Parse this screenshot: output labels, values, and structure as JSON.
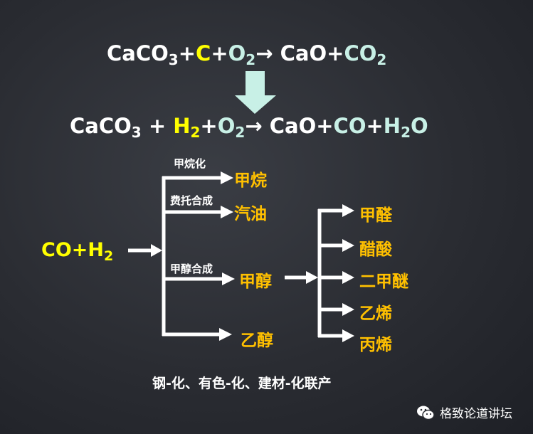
{
  "equation1": {
    "caco3": "CaCO",
    "sub3": "3",
    "plus1": "+",
    "c": "C",
    "plus2": "+",
    "o2": "O",
    "sub2a": "2",
    "arrow": "→",
    "cao": " CaO",
    "plus3": "+",
    "co2": "CO",
    "sub2b": "2"
  },
  "equation2": {
    "caco3": "CaCO",
    "sub3": "3",
    "plus1": " + ",
    "h2": "H",
    "sub2h": "2",
    "plus2": "+",
    "o2": "O",
    "sub2o": "2",
    "arrow": "→",
    "cao": " CaO",
    "plus3": "+",
    "co": "CO",
    "plus4": "+",
    "h2o_h": "H",
    "sub2w": "2",
    "h2o_o": "O"
  },
  "colors": {
    "highlight": "#ffff00",
    "teal": "#c8f0e6",
    "product": "#ffc000",
    "arrow": "#c8f0e6"
  },
  "syngas": {
    "co": "CO+H",
    "sub": "2"
  },
  "branch_labels": {
    "methanation": "甲烷化",
    "ft": "费托合成",
    "methanol_synthesis": "甲醇合成"
  },
  "products_left": [
    "甲烷",
    "汽油",
    "甲醇",
    "乙醇"
  ],
  "products_right": [
    "甲醛",
    "醋酸",
    "二甲醚",
    "乙烯",
    "丙烯"
  ],
  "bottom_text": "钢-化、有色-化、建材-化联产",
  "watermark": "格致论道讲坛"
}
